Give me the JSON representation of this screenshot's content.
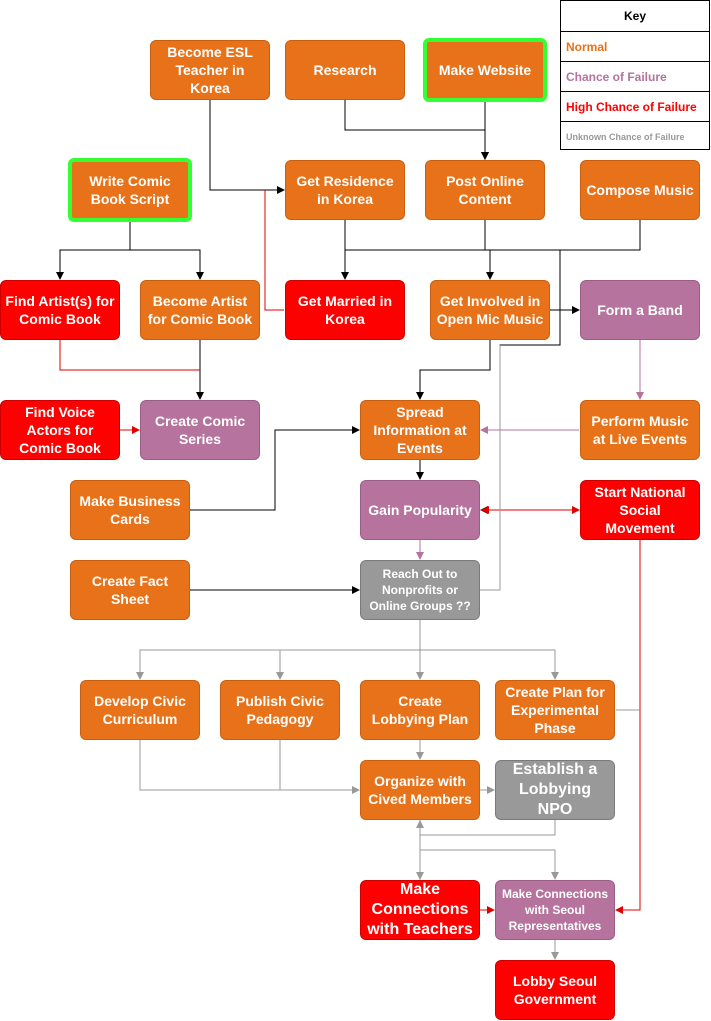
{
  "key": {
    "title": "Key",
    "normal": "Normal",
    "chance": "Chance of Failure",
    "high": "High Chance of Failure",
    "unknown": "Unknown Chance of Failure"
  },
  "colors": {
    "normal": "#E8721A",
    "chance": "#B5739D",
    "high": "#FF0000",
    "unknown": "#999999",
    "start_border": "#33FF33"
  },
  "nodes": {
    "esl": "Become ESL Teacher in Korea",
    "research": "Research",
    "website": "Make Website",
    "comic_script": "Write Comic Book Script",
    "residence": "Get Residence in Korea",
    "post_online": "Post Online Content",
    "compose": "Compose Music",
    "find_artists": "Find Artist(s) for Comic Book",
    "become_artist": "Become Artist for Comic Book",
    "married": "Get Married in Korea",
    "open_mic": "Get Involved in Open Mic Music",
    "band": "Form a Band",
    "voice_actors": "Find Voice Actors for Comic Book",
    "comic_series": "Create Comic Series",
    "spread_info": "Spread Information at Events",
    "perform": "Perform Music at Live Events",
    "business_cards": "Make Business Cards",
    "popularity": "Gain Popularity",
    "national_movement": "Start National Social Movement",
    "fact_sheet": "Create Fact Sheet",
    "reach_out": "Reach Out to Nonprofits or Online Groups ??",
    "civic_curriculum": "Develop Civic Curriculum",
    "civic_pedagogy": "Publish Civic Pedagogy",
    "lobbying_plan": "Create Lobbying Plan",
    "experimental": "Create Plan for Experimental Phase",
    "organize": "Organize with Cived Members",
    "lobbying_npo": "Establish a Lobbying NPO",
    "teachers": "Make Connections with Teachers",
    "seoul_reps": "Make Connections with Seoul Representatives",
    "lobby_seoul": "Lobby Seoul Government"
  }
}
